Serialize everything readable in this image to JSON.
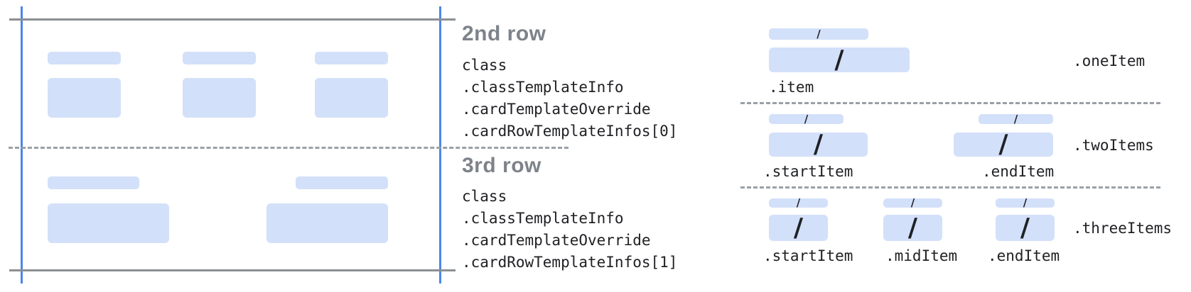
{
  "diagram": {
    "left_card": {
      "row2_heading": "2nd row",
      "row2_code": [
        "class",
        ".classTemplateInfo",
        ".cardTemplateOverride",
        ".cardRowTemplateInfos[0]"
      ],
      "row3_heading": "3rd row",
      "row3_code": [
        "class",
        ".classTemplateInfo",
        ".cardTemplateOverride",
        ".cardRowTemplateInfos[1]"
      ]
    },
    "right_templates": {
      "one_item": {
        "group_label": ".oneItem",
        "item_labels": [
          ".item"
        ]
      },
      "two_items": {
        "group_label": ".twoItems",
        "item_labels": [
          ".startItem",
          ".endItem"
        ]
      },
      "three_items": {
        "group_label": ".threeItems",
        "item_labels": [
          ".startItem",
          ".midItem",
          ".endItem"
        ]
      }
    },
    "glyphs": {
      "slash": "/"
    },
    "colors": {
      "bar_fill": "#d3e0f9",
      "guide_blue": "#4a86e8",
      "guide_gray": "#8a8f93",
      "dash_gray": "#9aa0a6",
      "heading_gray": "#7d838a",
      "code_text": "#202124"
    }
  }
}
